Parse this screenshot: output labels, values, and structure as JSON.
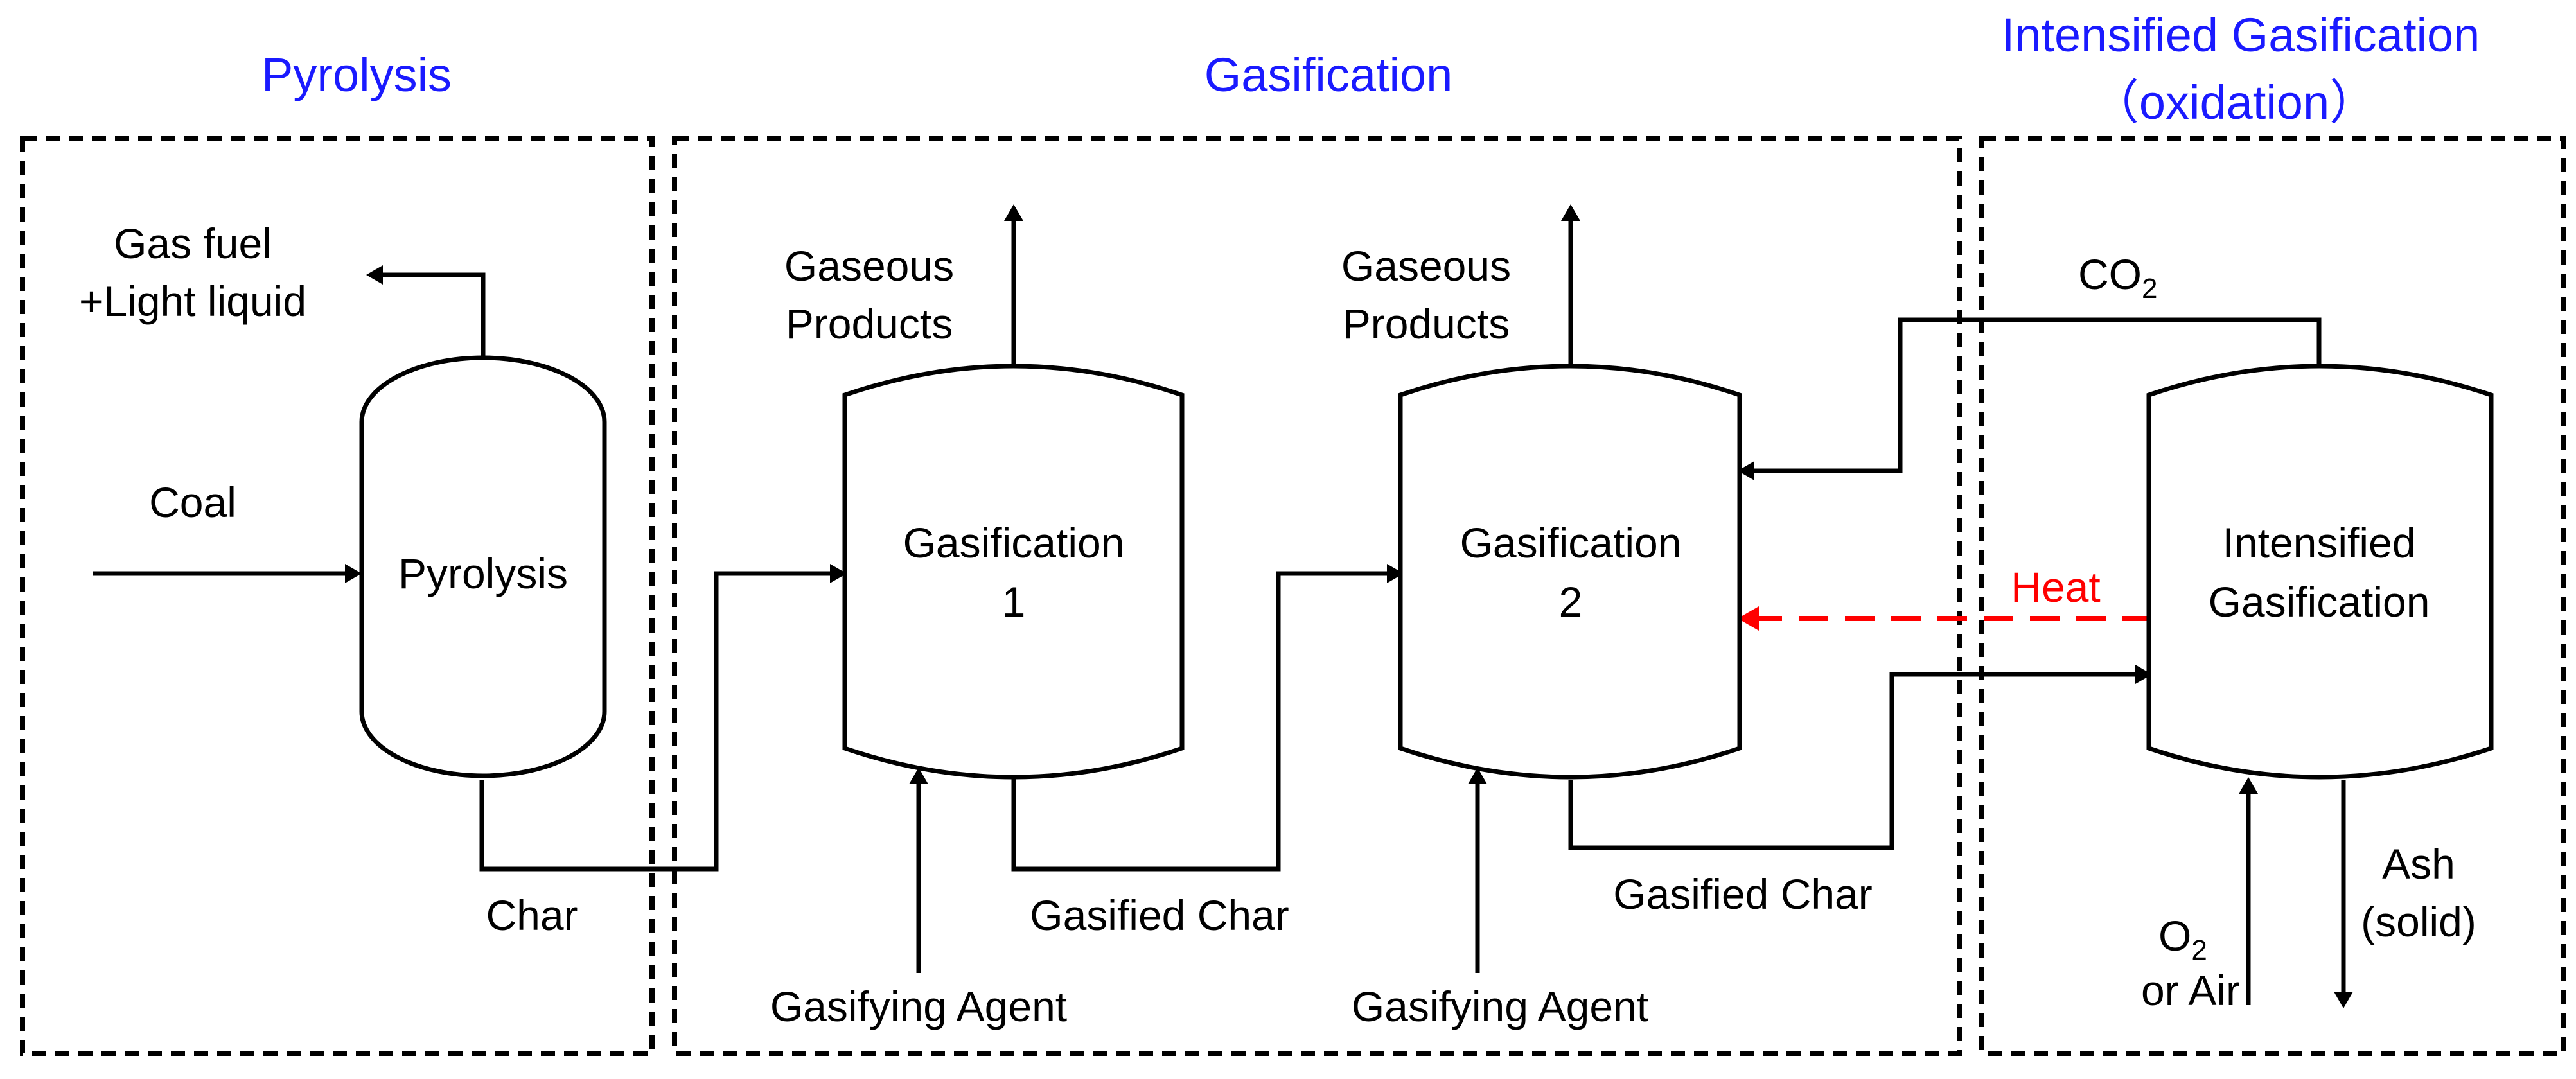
{
  "sections": {
    "pyrolysis": "Pyrolysis",
    "gasification": "Gasification",
    "intensified_line1": "Intensified Gasification",
    "intensified_line2": "（oxidation）"
  },
  "vessels": {
    "pyrolysis": "Pyrolysis",
    "gasifier1_line1": "Gasification",
    "gasifier1_line2": "1",
    "gasifier2_line1": "Gasification",
    "gasifier2_line2": "2",
    "intensified_line1": "Intensified",
    "intensified_line2": "Gasification"
  },
  "streams": {
    "gas_fuel_line1": "Gas fuel",
    "gas_fuel_line2": "+Light liquid",
    "coal": "Coal",
    "char": "Char",
    "gaseous_products_1_line1": "Gaseous",
    "gaseous_products_1_line2": "Products",
    "gaseous_products_2_line1": "Gaseous",
    "gaseous_products_2_line2": "Products",
    "gasified_char_1": "Gasified Char",
    "gasified_char_2": "Gasified Char",
    "gasifying_agent_1": "Gasifying  Agent",
    "gasifying_agent_2": "Gasifying  Agent",
    "co2_main": "CO",
    "co2_sub": "2",
    "heat": "Heat",
    "o2_main": "O",
    "o2_sub": "2",
    "or_air": "or Air",
    "ash_line1": "Ash",
    "ash_line2": "(solid)"
  },
  "colors": {
    "section_titles": "#1a1aff",
    "heat_flow": "#ff0000",
    "lines": "#000000"
  }
}
